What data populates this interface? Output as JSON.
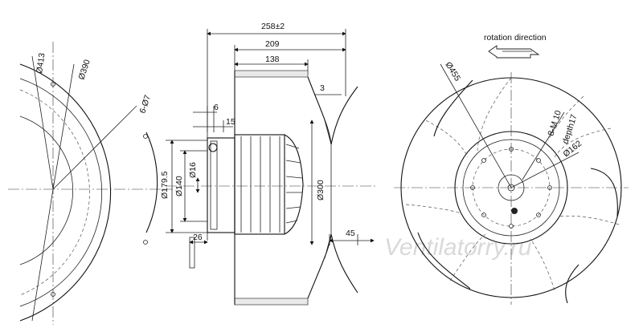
{
  "watermark": "Ventilatorry.ru",
  "left_view": {
    "dims": {
      "d413": "Ø413",
      "d390": "Ø390",
      "holes": "6-Ø7"
    }
  },
  "side_view": {
    "dims": {
      "overall": "258±2",
      "w209": "209",
      "w138": "138",
      "w3": "3",
      "w6": "6",
      "w15": "15",
      "d179": "Ø179.5",
      "d140": "Ø140",
      "d16": "Ø16",
      "d300": "Ø300",
      "w26": "26",
      "w45": "45"
    }
  },
  "front_view": {
    "rotation_label": "rotation direction",
    "dims": {
      "d455": "Ø455",
      "thread": "8-M 10",
      "depth": "depth17",
      "d162": "Ø162"
    }
  }
}
